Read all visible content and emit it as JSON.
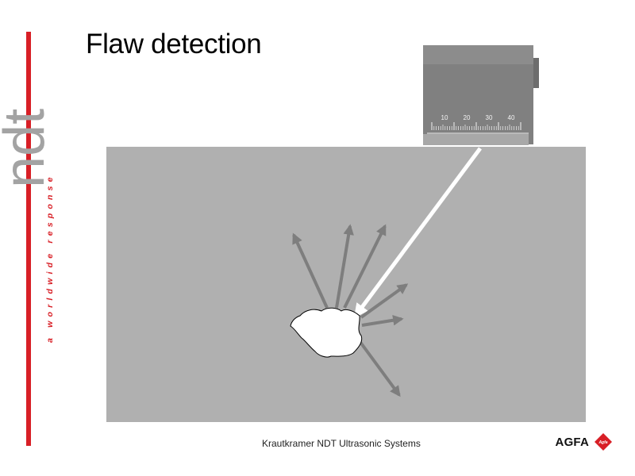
{
  "slide": {
    "title": "Flaw detection"
  },
  "branding": {
    "left_logo_text": "ndt",
    "tagline": "a worldwide response",
    "footer_company": "Krautkramer NDT Ultrasonic Systems",
    "footer_brand": "AGFA",
    "footer_brand_small": "Agfa",
    "accent_color": "#d81f26"
  },
  "diagram": {
    "scale_marks": [
      "10",
      "20",
      "30",
      "40"
    ],
    "colors": {
      "specimen": "#b0b0b0",
      "probe_body": "#808080",
      "probe_top": "#8c8c8c",
      "probe_base": "#a8a8a8",
      "incident_beam": "#ffffff",
      "scatter_arrows": "#7e7e7e",
      "flaw_fill": "#ffffff",
      "flaw_outline": "#000000"
    },
    "icons": [
      "probe-icon",
      "flaw-icon",
      "arrow-icon"
    ]
  }
}
